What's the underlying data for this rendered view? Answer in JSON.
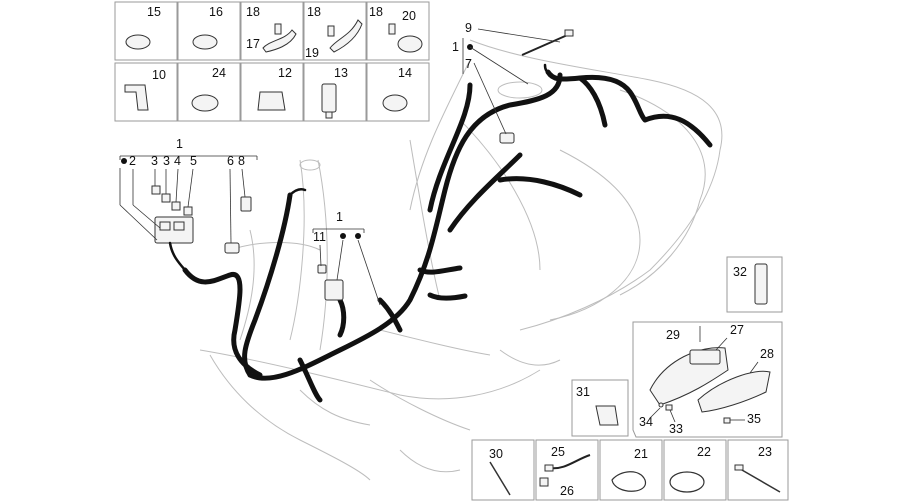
{
  "grid_boxes": [
    {
      "id": "box-15",
      "labels": [
        "15"
      ]
    },
    {
      "id": "box-16",
      "labels": [
        "16"
      ]
    },
    {
      "id": "box-17-18",
      "labels": [
        "18",
        "17"
      ]
    },
    {
      "id": "box-18-19",
      "labels": [
        "18",
        "19"
      ]
    },
    {
      "id": "box-18-20",
      "labels": [
        "18",
        "20"
      ]
    },
    {
      "id": "box-10",
      "labels": [
        "10"
      ]
    },
    {
      "id": "box-24",
      "labels": [
        "24"
      ]
    },
    {
      "id": "box-12",
      "labels": [
        "12"
      ]
    },
    {
      "id": "box-13",
      "labels": [
        "13"
      ]
    },
    {
      "id": "box-14",
      "labels": [
        "14"
      ]
    }
  ],
  "callouts": {
    "c9": "9",
    "c1_top": "1",
    "c7": "7",
    "c1_left": "1",
    "c2": "2",
    "c3a": "3",
    "c3b": "3",
    "c4": "4",
    "c5": "5",
    "c6": "6",
    "c8": "8",
    "c1_mid": "1",
    "c11": "11",
    "c32": "32",
    "c29": "29",
    "c27": "27",
    "c28": "28",
    "c31": "31",
    "c34": "34",
    "c33": "33",
    "c35": "35",
    "c30": "30",
    "c25": "25",
    "c26": "26",
    "c21": "21",
    "c22": "22",
    "c23": "23"
  }
}
